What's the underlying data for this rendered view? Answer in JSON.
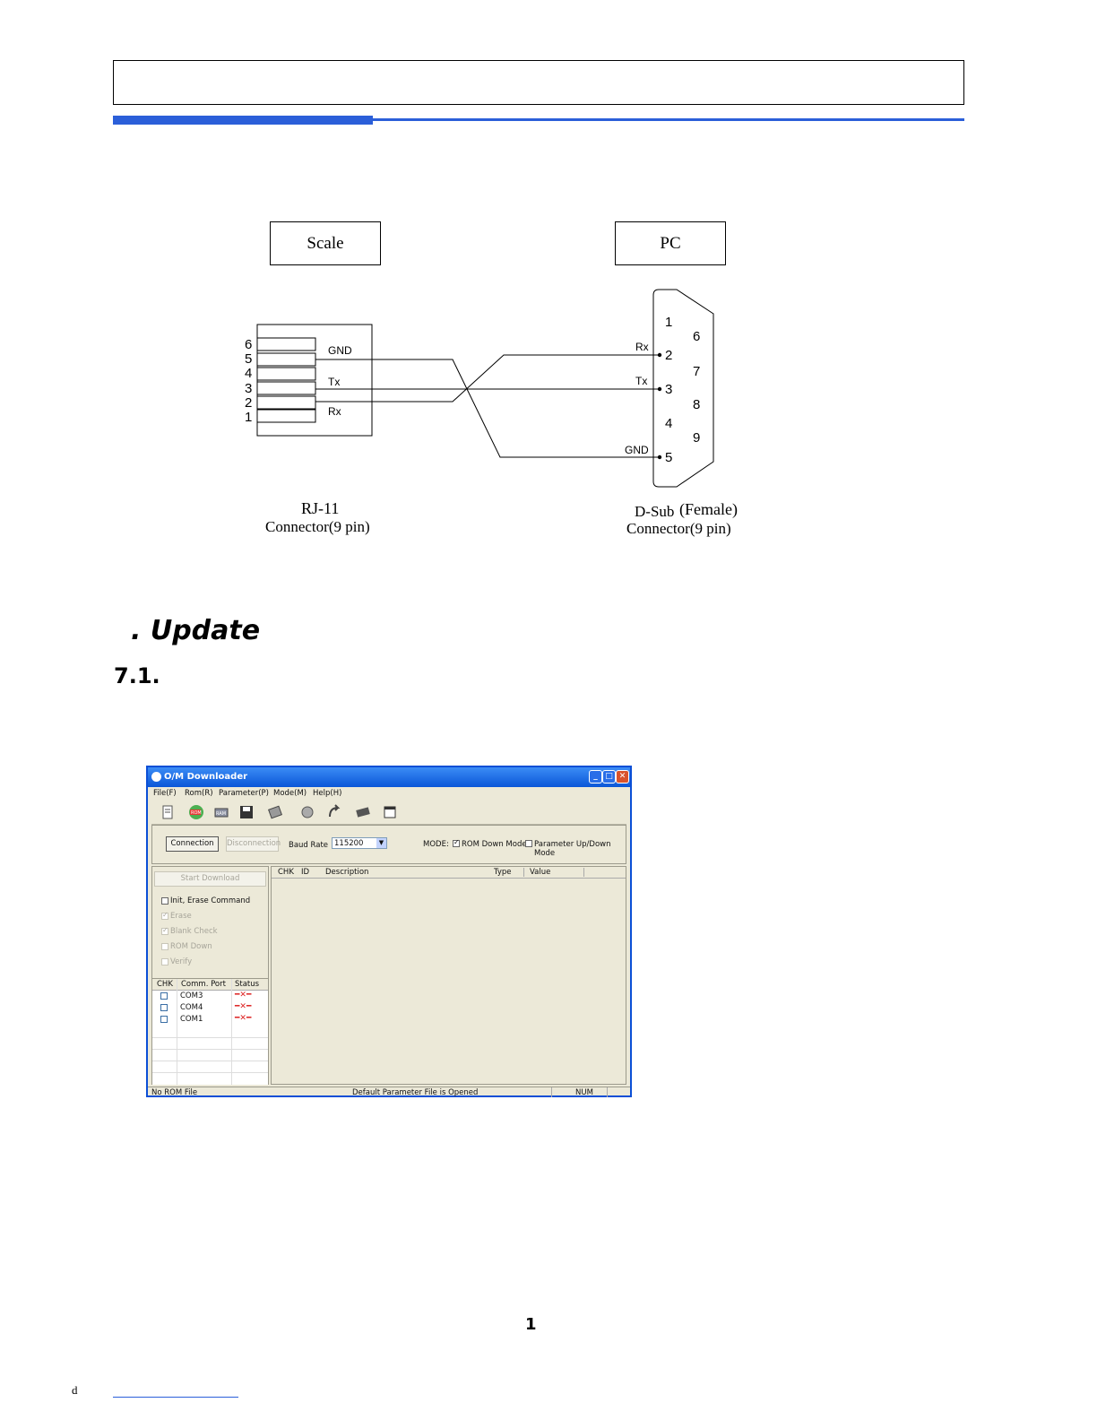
{
  "header": {
    "title": ""
  },
  "diagram": {
    "scale_label": "Scale",
    "pc_label": "PC",
    "rj11_pins": [
      "6",
      "5",
      "4",
      "3",
      "2",
      "1"
    ],
    "rj11_signals": {
      "gnd": "GND",
      "tx": "Tx",
      "rx": "Rx"
    },
    "dsub_pins_left": [
      "1",
      "2",
      "3",
      "4",
      "5"
    ],
    "dsub_pins_right": [
      "6",
      "7",
      "8",
      "9"
    ],
    "dsub_signals": {
      "rx": "Rx",
      "tx": "Tx",
      "gnd": "GND"
    },
    "rj11_caption_1": "RJ-11",
    "rj11_caption_2": "Connector(9 pin)",
    "dsub_caption_1a": "D-Sub",
    "dsub_caption_1b": "(Female)",
    "dsub_caption_2": "Connector(9 pin)"
  },
  "section": {
    "title": ". Update",
    "subsection_number": "7.1."
  },
  "app": {
    "title": "O/M Downloader",
    "menu": [
      "File(F)",
      "Rom(R)",
      "Parameter(P)",
      "Mode(M)",
      "Help(H)"
    ],
    "toolbar_icons": [
      "document-icon",
      "rom-icon",
      "ram-icon",
      "save-icon",
      "tools-icon",
      "settings-icon",
      "upload-icon",
      "chip-icon",
      "window-icon"
    ],
    "connection_label": "Connection",
    "disconnection_label": "Disconnection",
    "baud_rate_label": "Baud Rate",
    "baud_rate_value": "115200",
    "mode_label": "MODE:",
    "mode_rom_down": "ROM Down Mode",
    "mode_param": "Parameter Up/Down Mode",
    "start_download_label": "Start Download",
    "options": [
      {
        "label": "Init, Erase Command",
        "checked": false,
        "enabled": true
      },
      {
        "label": "Erase",
        "checked": true,
        "enabled": false
      },
      {
        "label": "Blank Check",
        "checked": true,
        "enabled": false
      },
      {
        "label": "ROM Down",
        "checked": false,
        "enabled": false
      },
      {
        "label": "Verify",
        "checked": false,
        "enabled": false
      }
    ],
    "port_columns": [
      "CHK",
      "Comm. Port",
      "Status"
    ],
    "ports": [
      "COM3",
      "COM4",
      "COM1"
    ],
    "param_columns": [
      "CHK",
      "ID",
      "Description",
      "Type",
      "Value"
    ],
    "status_left": "No ROM File",
    "status_center": "Default Parameter File is Opened",
    "status_num": "NUM"
  },
  "page_number": "1",
  "footer_letter": "d"
}
